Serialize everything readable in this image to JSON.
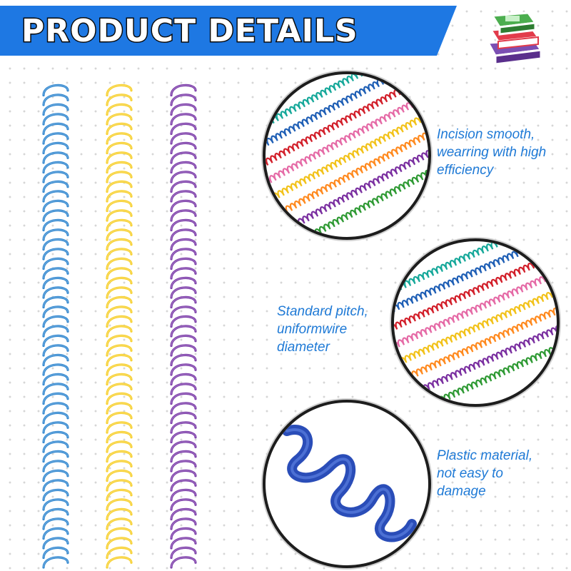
{
  "banner": {
    "title": "PRODUCT DETAILS",
    "background_color": "#1e78e3",
    "text_color": "#ffffff"
  },
  "logo": {
    "icon": "stacked-books-icon"
  },
  "springs": {
    "colors": [
      "#2f86cf",
      "#f7cf2a",
      "#7a3aa8"
    ]
  },
  "features": [
    {
      "icon": "multicolor-spiral-coils-closeup",
      "lines": [
        "Incision smooth,",
        "wearring with high",
        "efficiency"
      ]
    },
    {
      "icon": "multicolor-spiral-coils-pitch-closeup",
      "lines": [
        "Standard pitch,",
        "uniformwire",
        "diameter"
      ]
    },
    {
      "icon": "blue-spiral-coil-closeup",
      "lines": [
        "Plastic material,",
        "not easy to",
        "damage"
      ]
    }
  ],
  "caption_color": "#1f7ad6",
  "coil_palette": [
    "#16a89a",
    "#1f5fb5",
    "#d21f2a",
    "#e56aa6",
    "#f2c21a",
    "#ff8a1f",
    "#7a2fa0",
    "#2f9a34"
  ]
}
